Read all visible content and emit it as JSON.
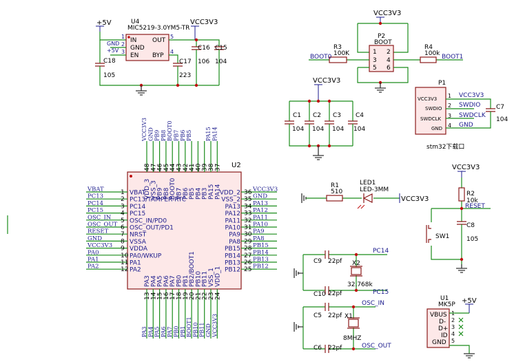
{
  "reg": {
    "ref": "U4",
    "part": "MIC5219-3.0YM5-TR",
    "p1": "1",
    "p2": "2",
    "p3": "3",
    "p4": "4",
    "p5": "5",
    "in": "IN",
    "gnd": "GND",
    "en": "EN",
    "out": "OUT",
    "byp": "BYP",
    "net_in": "+5V",
    "net_gnd": "GND",
    "net_en": "+5V",
    "net_out": "VCC3V3",
    "c18": "C18",
    "c18v": "105",
    "c16": "C16",
    "c16v": "106",
    "c15": "C15",
    "c15v": "104",
    "c17": "C17",
    "c17v": "223"
  },
  "boot": {
    "top": "VCC3V3",
    "ref": "P2",
    "name": "BOOT",
    "r3": "R3",
    "r3v": "100K",
    "r4": "R4",
    "r4v": "100k",
    "boot0": "BOOT0",
    "boot1": "BOOT1",
    "pins": [
      "1",
      "2",
      "3",
      "4",
      "5",
      "6"
    ]
  },
  "caps": {
    "top": "VCC3V3",
    "c1": "C1",
    "c2": "C2",
    "c3": "C3",
    "c4": "C4",
    "v": "104"
  },
  "swd": {
    "ref": "P1",
    "pins": [
      "VCC3V3",
      "SWDIO",
      "SWDCLK",
      "GND"
    ],
    "nums": [
      "1",
      "2",
      "3",
      "4"
    ],
    "nets": [
      "VCC3V3",
      "SWDIO",
      "SWDCLK",
      "GND"
    ],
    "c7": "C7",
    "c7v": "104",
    "caption": "stm32下载口"
  },
  "mcu": {
    "ref": "U2",
    "top_pins": [
      {
        "n": "48",
        "f": "VDD_3"
      },
      {
        "n": "47",
        "f": "VSS_3"
      },
      {
        "n": "46",
        "f": "PB9"
      },
      {
        "n": "45",
        "f": "PB8"
      },
      {
        "n": "44",
        "f": "BOOT0"
      },
      {
        "n": "43",
        "f": "PB7"
      },
      {
        "n": "42",
        "f": "PB6"
      },
      {
        "n": "41",
        "f": "PB5"
      },
      {
        "n": "40",
        "f": "PB4"
      },
      {
        "n": "39",
        "f": "PB3"
      },
      {
        "n": "38",
        "f": "PA15"
      },
      {
        "n": "37",
        "f": "PA14"
      }
    ],
    "top_nets": [
      "VCC3V3",
      "GND",
      "PB9",
      "PB8",
      "BOOT0",
      "PB7",
      "PB6",
      "PB5",
      "",
      "",
      "PA15",
      "PA14"
    ],
    "left_pins": [
      {
        "n": "1",
        "f": "VBAT",
        "net": "VBAT"
      },
      {
        "n": "2",
        "f": "PC13/TAMPER-RTC",
        "net": "PC13"
      },
      {
        "n": "3",
        "f": "PC14",
        "net": "PC14"
      },
      {
        "n": "4",
        "f": "PC15",
        "net": "PC15"
      },
      {
        "n": "5",
        "f": "OSC_IN/PD0",
        "net": "OSC_IN"
      },
      {
        "n": "6",
        "f": "OSC_OUT/PD1",
        "net": "OSC_OUT"
      },
      {
        "n": "7",
        "f": "NRST",
        "net": "RESET"
      },
      {
        "n": "8",
        "f": "VSSA",
        "net": "GND"
      },
      {
        "n": "9",
        "f": "VDDA",
        "net": "VCC3V3"
      },
      {
        "n": "10",
        "f": "PA0/WKUP",
        "net": "PA0"
      },
      {
        "n": "11",
        "f": "PA1",
        "net": "PA1"
      },
      {
        "n": "12",
        "f": "PA2",
        "net": "PA2"
      }
    ],
    "right_pins": [
      {
        "n": "36",
        "f": "VDD_2",
        "net": "VCC3V3"
      },
      {
        "n": "35",
        "f": "VSS_2",
        "net": "GND"
      },
      {
        "n": "34",
        "f": "PA13",
        "net": "PA13"
      },
      {
        "n": "33",
        "f": "PA12",
        "net": "PA12"
      },
      {
        "n": "32",
        "f": "PA11",
        "net": "PA11"
      },
      {
        "n": "31",
        "f": "PA10",
        "net": "PA10"
      },
      {
        "n": "30",
        "f": "PA9",
        "net": "PA9"
      },
      {
        "n": "29",
        "f": "PA8",
        "net": "PA8"
      },
      {
        "n": "28",
        "f": "PB15",
        "net": "PB15"
      },
      {
        "n": "27",
        "f": "PB14",
        "net": "PB14"
      },
      {
        "n": "26",
        "f": "PB13",
        "net": "PB13"
      },
      {
        "n": "25",
        "f": "PB12",
        "net": "PB12"
      }
    ],
    "bottom_pins": [
      {
        "n": "13",
        "f": "PA3"
      },
      {
        "n": "14",
        "f": "PA4"
      },
      {
        "n": "15",
        "f": "PA5"
      },
      {
        "n": "16",
        "f": "PA6"
      },
      {
        "n": "17",
        "f": "PA7"
      },
      {
        "n": "18",
        "f": "PB0"
      },
      {
        "n": "19",
        "f": "PB1"
      },
      {
        "n": "20",
        "f": "PB2/BOOT1"
      },
      {
        "n": "21",
        "f": "PB10"
      },
      {
        "n": "22",
        "f": "PB11"
      },
      {
        "n": "23",
        "f": "VSS_1"
      },
      {
        "n": "24",
        "f": "VDD_1"
      }
    ],
    "bottom_nets": [
      "PA3",
      "PA4",
      "PA5",
      "PA6",
      "PA7",
      "PB0",
      "PB1",
      "BOOT1",
      "PB10",
      "PB11",
      "GND",
      "VCC3V3"
    ]
  },
  "led": {
    "r1": "R1",
    "r1v": "510",
    "led": "LED1",
    "ledv": "LED-3MM",
    "net": "VCC3V3"
  },
  "reset": {
    "top": "VCC3V3",
    "r2": "R2",
    "r2v": "10k",
    "net": "RESET",
    "sw": "SW1",
    "c8": "C8",
    "c8v": "105"
  },
  "xtal32": {
    "c9": "C9",
    "c9v": "22pf",
    "c10": "C10",
    "c10v": "22pf",
    "x": "X2",
    "xv": "32.768k",
    "n1": "PC14",
    "n2": "PC15"
  },
  "xtal8": {
    "c5": "C5",
    "c5v": "22pf",
    "c6": "C6",
    "c6v": "22pf",
    "x": "X1",
    "xv": "8MHZ",
    "n1": "OSC_IN",
    "n2": "OSC_OUT"
  },
  "usb": {
    "ref": "U1",
    "part": "MK5P",
    "pins": [
      "VBUS",
      "D-",
      "D+",
      "ID",
      "GND"
    ],
    "nums": [
      "1",
      "2",
      "3",
      "4",
      "5"
    ],
    "net": "+5V"
  }
}
